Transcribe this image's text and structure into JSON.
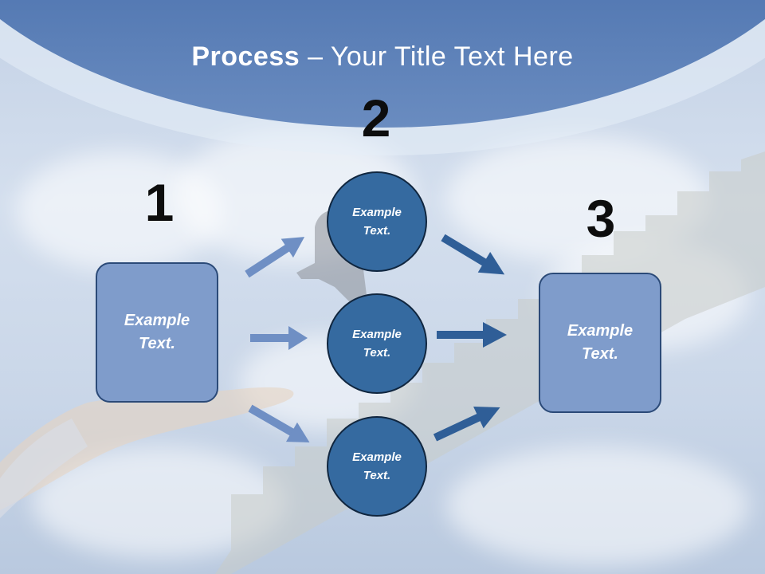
{
  "slide": {
    "title_bold": "Process",
    "title_rest": " – Your Title Text Here"
  },
  "steps": [
    {
      "number": "1",
      "line1": "Example",
      "line2": "Text."
    },
    {
      "number": "2"
    },
    {
      "number": "3",
      "line1": "Example",
      "line2": "Text."
    }
  ],
  "circles": [
    {
      "line1": "Example",
      "line2": "Text."
    },
    {
      "line1": "Example",
      "line2": "Text."
    },
    {
      "line1": "Example",
      "line2": "Text."
    }
  ],
  "colors": {
    "header": "#4f75b0",
    "box_fill": "#7f9ccb",
    "circle_fill": "#356aa0",
    "arrow_light": "#6f8fc4",
    "arrow_dark": "#2f5e97"
  }
}
